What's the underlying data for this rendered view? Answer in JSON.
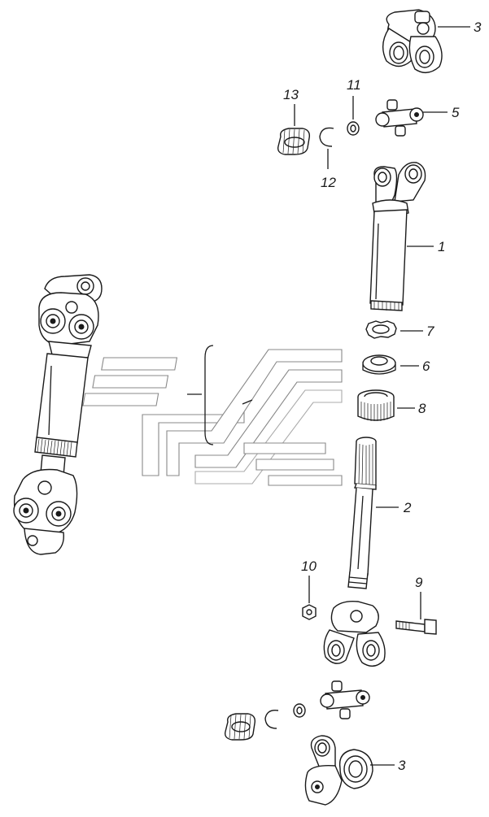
{
  "colors": {
    "ink": "#1a1a1a",
    "watermark": "#8a8a8a",
    "background": "#ffffff"
  },
  "callouts": {
    "yoke_top": "3",
    "spider_top": "5",
    "ring_11": "11",
    "circlip_12": "12",
    "bearing_cup_13": "13",
    "tube_1": "1",
    "seal_7": "7",
    "washer_6": "6",
    "nut_8": "8",
    "splined_shaft_2": "2",
    "locknut_10": "10",
    "bolt_9": "9",
    "yoke_bottom": "3"
  },
  "watermark_icon": "logo-watermark"
}
